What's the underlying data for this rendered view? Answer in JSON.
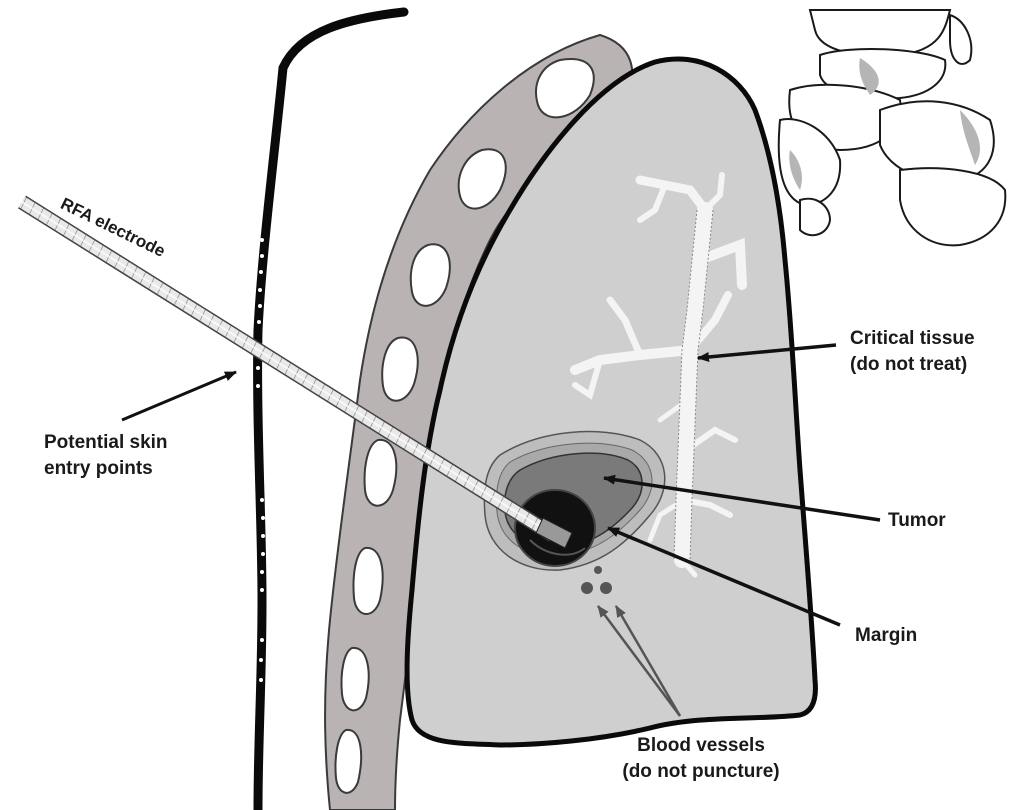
{
  "labels": {
    "electrode": "RFA electrode",
    "skin_line1": "Potential skin",
    "skin_line2": "entry points",
    "critical_line1": "Critical tissue",
    "critical_line2": "(do not treat)",
    "tumor": "Tumor",
    "margin": "Margin",
    "vessels_line1": "Blood vessels",
    "vessels_line2": "(do not puncture)"
  },
  "colors": {
    "lung": "#cfcfcf",
    "ribs": "#b9b3b3",
    "margin_outer": "#b0b0b0",
    "tumor": "#7a7a7a",
    "tumor_core": "#111111",
    "outline": "#0a0a0a",
    "vessels": "#555555"
  }
}
